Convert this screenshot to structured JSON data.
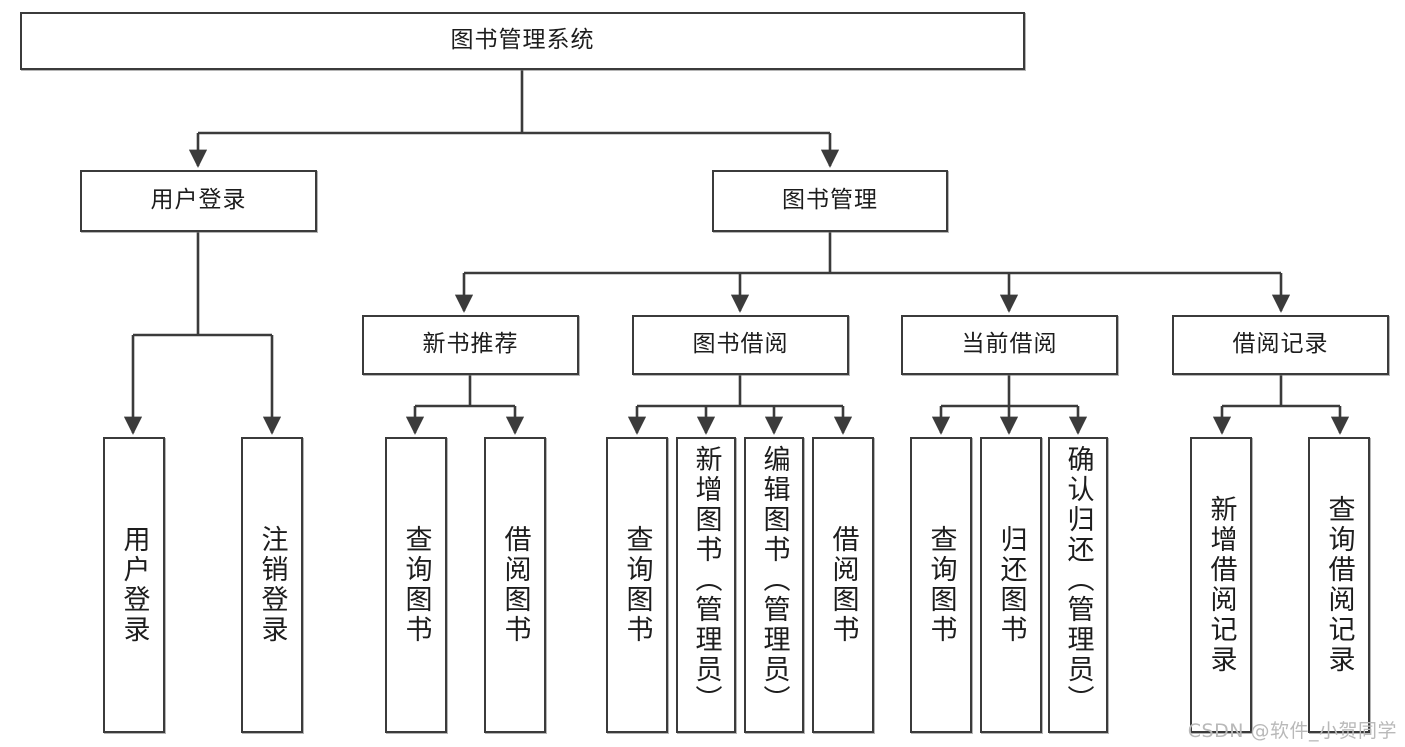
{
  "diagram": {
    "type": "tree",
    "title": "图书管理系统",
    "watermark": "CSDN @软件_小贺同学",
    "colors": {
      "stroke": "#3b3b3b",
      "fill": "#ffffff",
      "text": "#1d1d1d",
      "watermark": "#b9b9b9"
    },
    "levels": [
      {
        "level": 1,
        "nodes": [
          {
            "id": "root",
            "label": "图书管理系统"
          }
        ]
      },
      {
        "level": 2,
        "nodes": [
          {
            "id": "login",
            "label": "用户登录",
            "parent": "root"
          },
          {
            "id": "bookmgr",
            "label": "图书管理",
            "parent": "root"
          }
        ]
      },
      {
        "level": 3,
        "nodes": [
          {
            "id": "newbook",
            "label": "新书推荐",
            "parent": "bookmgr"
          },
          {
            "id": "borrow",
            "label": "图书借阅",
            "parent": "bookmgr"
          },
          {
            "id": "current",
            "label": "当前借阅",
            "parent": "bookmgr"
          },
          {
            "id": "record",
            "label": "借阅记录",
            "parent": "bookmgr"
          }
        ]
      },
      {
        "level": 4,
        "nodes": [
          {
            "id": "leaf-user-login",
            "label": "用户登录",
            "parent": "login"
          },
          {
            "id": "leaf-user-logout",
            "label": "注销登录",
            "parent": "login"
          },
          {
            "id": "leaf-nb-query",
            "label": "查询图书",
            "parent": "newbook"
          },
          {
            "id": "leaf-nb-borrow",
            "label": "借阅图书",
            "parent": "newbook"
          },
          {
            "id": "leaf-bw-query",
            "label": "查询图书",
            "parent": "borrow"
          },
          {
            "id": "leaf-bw-add",
            "label": "新增图书（管理员）",
            "parent": "borrow"
          },
          {
            "id": "leaf-bw-edit",
            "label": "编辑图书（管理员）",
            "parent": "borrow"
          },
          {
            "id": "leaf-bw-borrow",
            "label": "借阅图书",
            "parent": "borrow"
          },
          {
            "id": "leaf-cur-query",
            "label": "查询图书",
            "parent": "current"
          },
          {
            "id": "leaf-cur-return",
            "label": "归还图书",
            "parent": "current"
          },
          {
            "id": "leaf-cur-confirm",
            "label": "确认归还（管理员）",
            "parent": "current"
          },
          {
            "id": "leaf-rec-add",
            "label": "新增借阅记录",
            "parent": "record"
          },
          {
            "id": "leaf-rec-query",
            "label": "查询借阅记录",
            "parent": "record"
          }
        ]
      }
    ]
  }
}
